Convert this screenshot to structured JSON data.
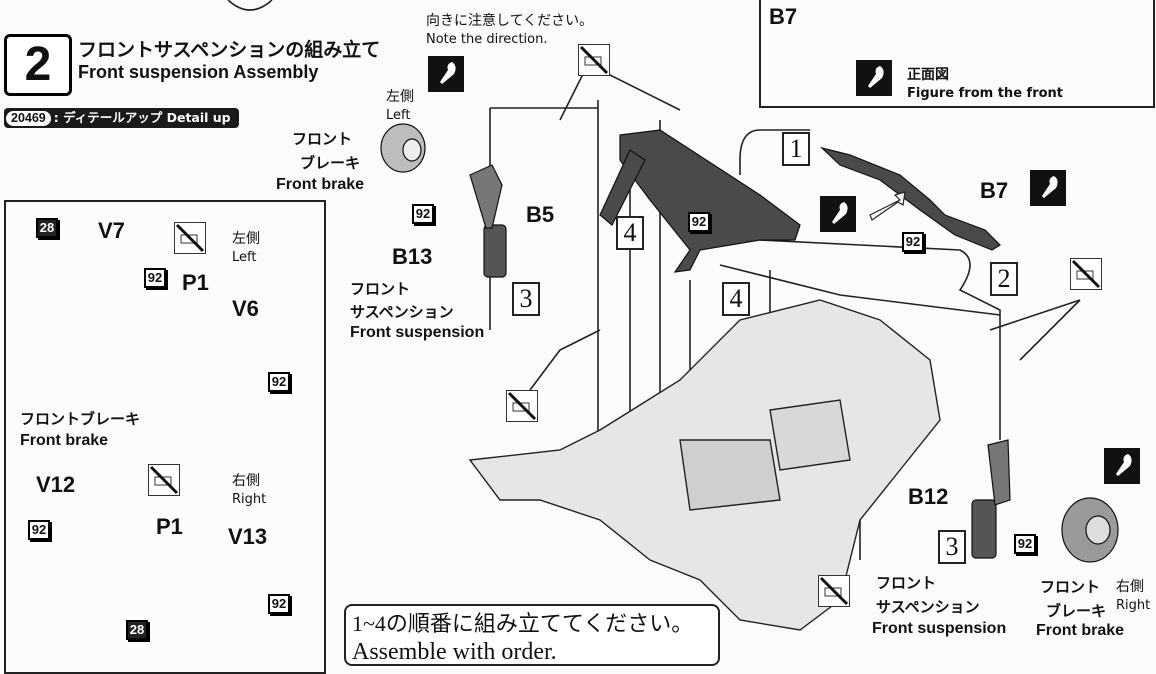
{
  "step": {
    "number": "2",
    "title_jp": "フロントサスペンションの組み立て",
    "title_en": "Front suspension Assembly"
  },
  "detail_up": {
    "code": "20469",
    "label": ": ディテールアップ Detail up"
  },
  "direction_note": {
    "jp": "向きに注意してください。",
    "en": "Note the direction."
  },
  "b7_box": {
    "title": "B7",
    "view_jp": "正面図",
    "view_en": "Figure from the front"
  },
  "sides": {
    "left_jp": "左側",
    "left_en": "Left",
    "right_jp": "右側",
    "right_en": "Right"
  },
  "front_brake": {
    "jp_line1": "フロント",
    "jp_line2": "ブレーキ",
    "jp_full": "フロントブレーキ",
    "en": "Front brake"
  },
  "front_suspension": {
    "jp_line1": "フロント",
    "jp_line2": "サスペンション",
    "en": "Front suspension"
  },
  "parts": {
    "b5": "B5",
    "b7": "B7",
    "b12": "B12",
    "b13": "B13",
    "v6": "V6",
    "v7": "V7",
    "v12": "V12",
    "v13": "V13",
    "p1": "P1",
    "tag92": "92",
    "tag28": "28"
  },
  "order_marks": [
    "1",
    "2",
    "3",
    "4"
  ],
  "assembly_note": {
    "jp": "1~4の順番に組み立ててください。",
    "en": "Assemble with order."
  },
  "icons": [
    "note-direction-icon",
    "no-glue-icon"
  ]
}
